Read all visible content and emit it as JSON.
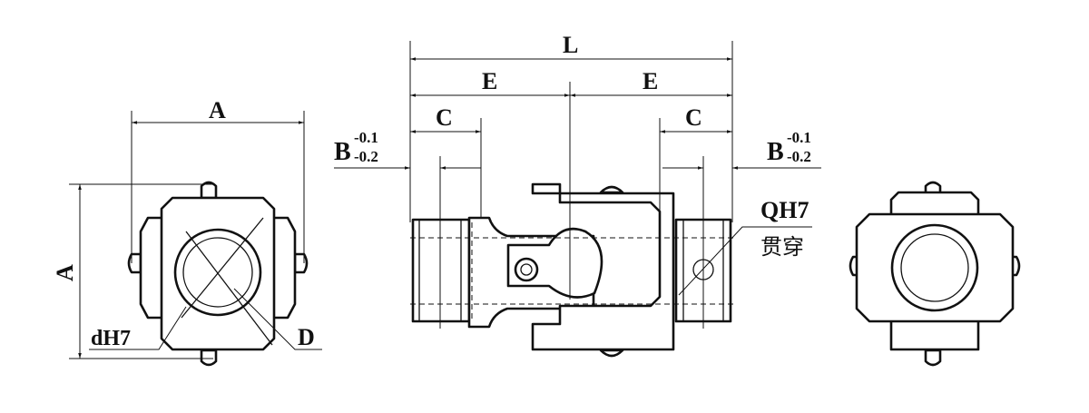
{
  "labels": {
    "overall_length": "L",
    "half_length_left": "E",
    "half_length_right": "E",
    "bore_depth_left": "C",
    "bore_depth_right": "C",
    "pin_pos_left": "B",
    "pin_pos_right": "B",
    "tol_upper": "-0.1",
    "tol_lower": "-0.2",
    "tol_upper_r": "-0.1",
    "tol_lower_r": "-0.2",
    "width_top": "A",
    "width_side": "A",
    "bore": "dH7",
    "outer_diameter": "D",
    "cross_hole": "QH7",
    "cross_hole_note": "贯穿"
  }
}
